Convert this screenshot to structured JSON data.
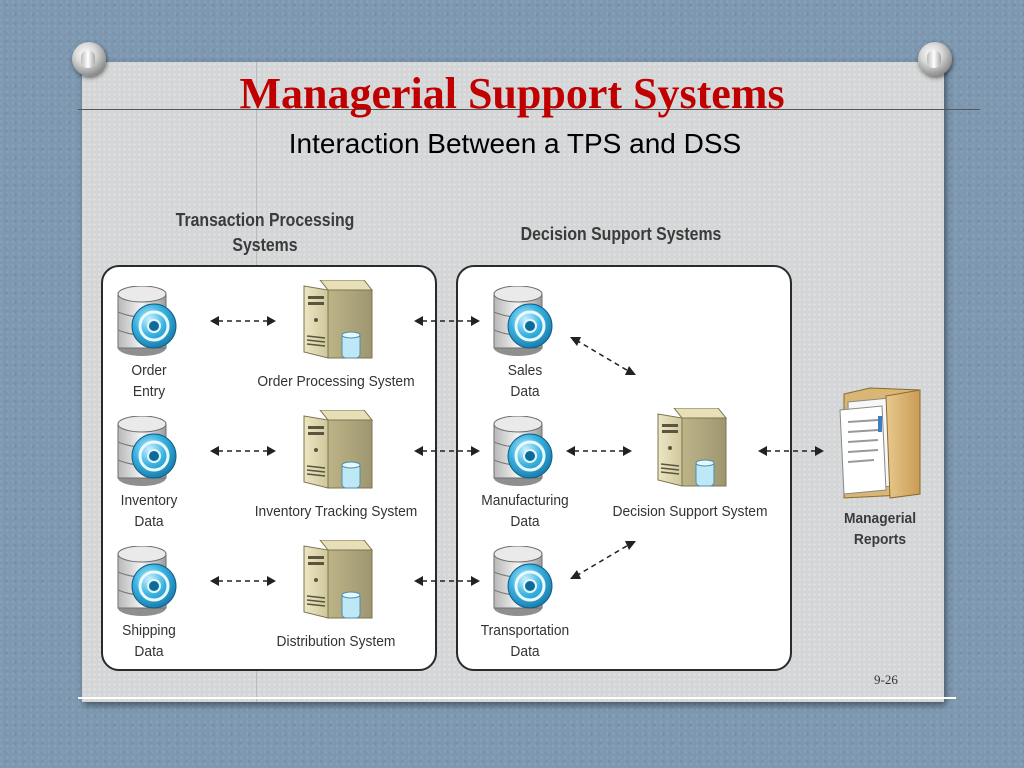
{
  "slide": {
    "title": "Managerial Support Systems",
    "subtitle": "Interaction Between a TPS and DSS",
    "page_number": "9-26"
  },
  "diagram": {
    "tps_heading": "Transaction Processing Systems",
    "tps_heading_line1": "Transaction Processing",
    "tps_heading_line2": "Systems",
    "dss_heading": "Decision Support Systems",
    "tps_databases": [
      {
        "line1": "Order",
        "line2": "Entry"
      },
      {
        "line1": "Inventory",
        "line2": "Data"
      },
      {
        "line1": "Shipping",
        "line2": "Data"
      }
    ],
    "tps_systems": [
      "Order Processing System",
      "Inventory Tracking System",
      "Distribution System"
    ],
    "dss_databases": [
      {
        "line1": "Sales",
        "line2": "Data"
      },
      {
        "line1": "Manufacturing",
        "line2": "Data"
      },
      {
        "line1": "Transportation",
        "line2": "Data"
      }
    ],
    "dss_system": "Decision Support System",
    "output": {
      "line1": "Managerial",
      "line2": "Reports"
    },
    "icons": {
      "database": "database-icon",
      "server": "server-icon",
      "folder": "folder-reports-icon"
    },
    "colors": {
      "title": "#c00000",
      "disk": "#2aa7d8",
      "server": "#d9d2a8"
    }
  }
}
